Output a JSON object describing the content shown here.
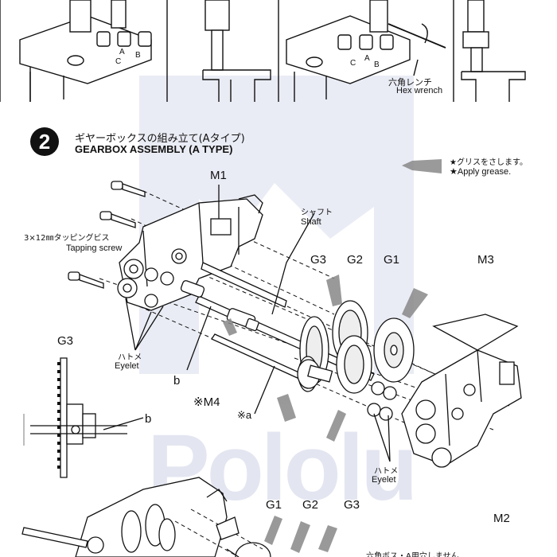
{
  "watermark": {
    "text": "Pololu",
    "color": "#5064aa"
  },
  "top_panels": {
    "hex_wrench_jp": "六角レンチ",
    "hex_wrench_en": "Hex wrench",
    "pin_labels": [
      "A",
      "B",
      "C",
      "A",
      "B",
      "C"
    ]
  },
  "step": {
    "number": "2",
    "title_jp": "ギヤーボックスの組み立て(Aタイプ)",
    "title_en": "GEARBOX ASSEMBLY (A TYPE)"
  },
  "legend": {
    "grease_jp": "★グリスをさします。",
    "grease_en": "★Apply grease."
  },
  "labels": {
    "m1": "M1",
    "m2": "M2",
    "m3": "M3",
    "m4": "※M4",
    "shaft_jp": "シャフト",
    "shaft_en": "Shaft",
    "screw_jp": "3×12㎜タッピングビス",
    "screw_en": "Tapping screw",
    "eyelet_jp": "ハトメ",
    "eyelet_en": "Eyelet",
    "eyelet2_jp": "ハトメ",
    "eyelet2_en": "Eyelet",
    "g1": "G1",
    "g2": "G2",
    "g3": "G3",
    "g3_detail": "G3",
    "b1": "b",
    "b2": "b",
    "a": "※a",
    "bottom_g1": "G1",
    "bottom_g2": "G2",
    "bottom_g3": "G3",
    "bottom_note_jp": "六角ボス・A用穴しません"
  }
}
